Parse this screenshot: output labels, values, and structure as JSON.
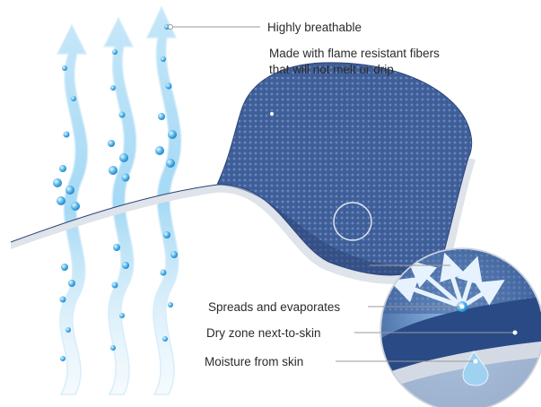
{
  "callouts": {
    "breathable": "Highly breathable",
    "flame_line1": "Made with flame resistant fibers",
    "flame_line2": "that will not melt or drip",
    "spreads": "Spreads and evaporates",
    "dry_zone": "Dry zone next-to-skin",
    "moisture": "Moisture from skin"
  },
  "colors": {
    "fabric": "#3f5f9a",
    "fabric_dark": "#2b4478",
    "fabric_edge": "#d9dde6",
    "vapor": "#7fc7ee",
    "bubble": "#3a9fdc",
    "leader_line": "#9a9a9a"
  },
  "icons": [
    "vapor-arrow-icon",
    "water-droplet-icon",
    "evaporation-arrows-icon",
    "magnifier-circle-icon"
  ]
}
